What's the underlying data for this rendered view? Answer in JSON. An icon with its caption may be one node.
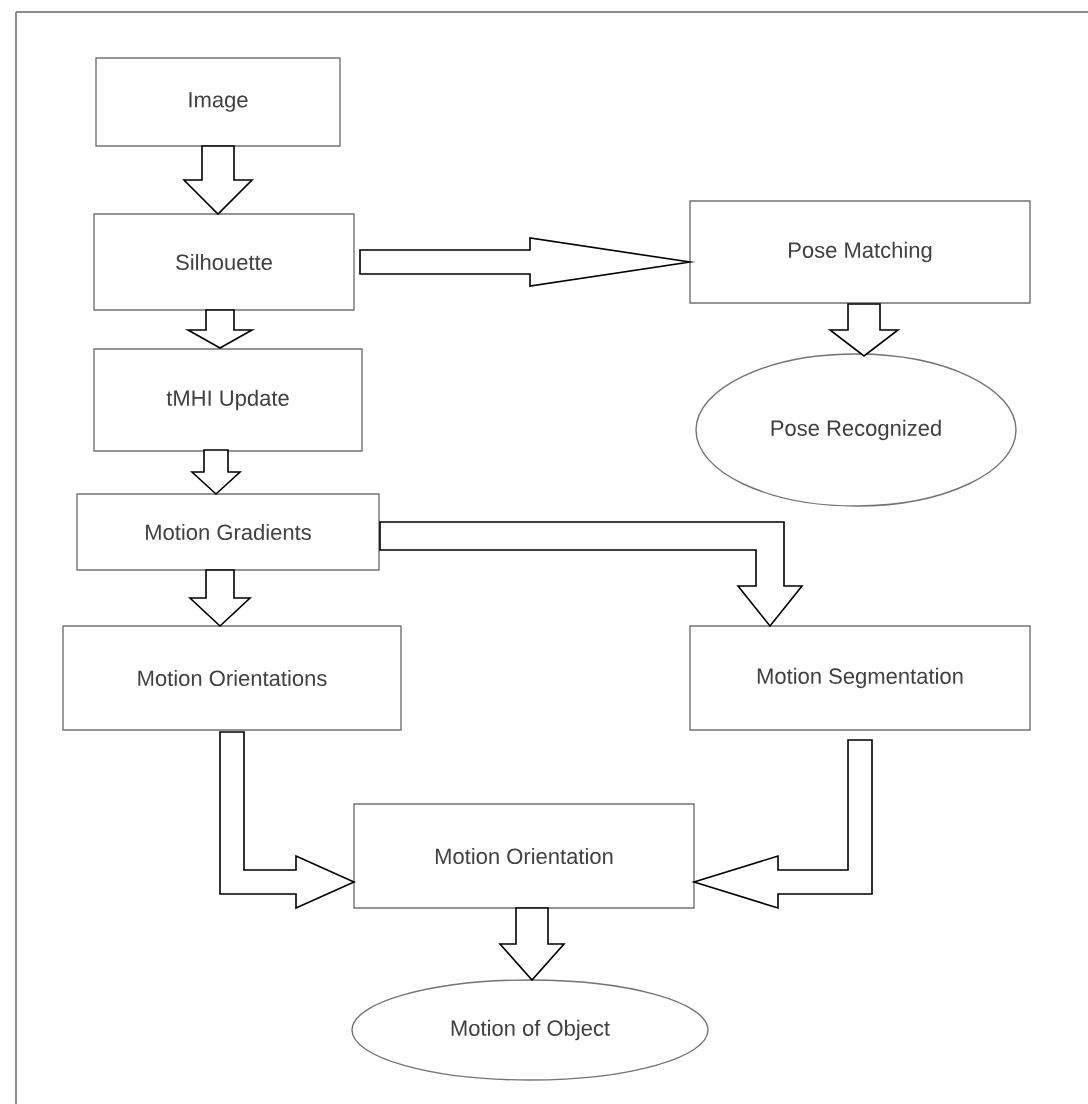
{
  "diagram": {
    "nodes": [
      {
        "text": [
          "Image"
        ]
      },
      {
        "text": [
          "Silhouette"
        ]
      },
      {
        "text": [
          "tMHI Update"
        ]
      },
      {
        "text": [
          "Motion Gradients"
        ]
      },
      {
        "text": [
          "Pose Matching"
        ]
      },
      {
        "text": [
          "Pose Recognized"
        ]
      },
      {
        "text": [
          "Motion Orientations"
        ]
      },
      {
        "text": [
          "Motion Segmentation"
        ]
      },
      {
        "text": [
          "Motion Orientation"
        ]
      },
      {
        "text": [
          "Motion of Object"
        ]
      }
    ],
    "edges": [
      {
        "from": 0,
        "to": 1,
        "arrow": "to"
      },
      {
        "from": 1,
        "to": 2,
        "arrow": "to"
      },
      {
        "from": 2,
        "to": 3,
        "arrow": "to"
      },
      {
        "from": 1,
        "to": 4,
        "arrow": "to"
      },
      {
        "from": 4,
        "to": 5,
        "arrow": "to"
      },
      {
        "from": 3,
        "to": 7,
        "arrow": "to"
      },
      {
        "from": 3,
        "to": 6,
        "arrow": "to"
      },
      {
        "from": 6,
        "to": 8,
        "arrow": "to"
      },
      {
        "from": 7,
        "to": 8,
        "arrow": "to"
      },
      {
        "from": 8,
        "to": 9,
        "arrow": "to"
      }
    ]
  }
}
